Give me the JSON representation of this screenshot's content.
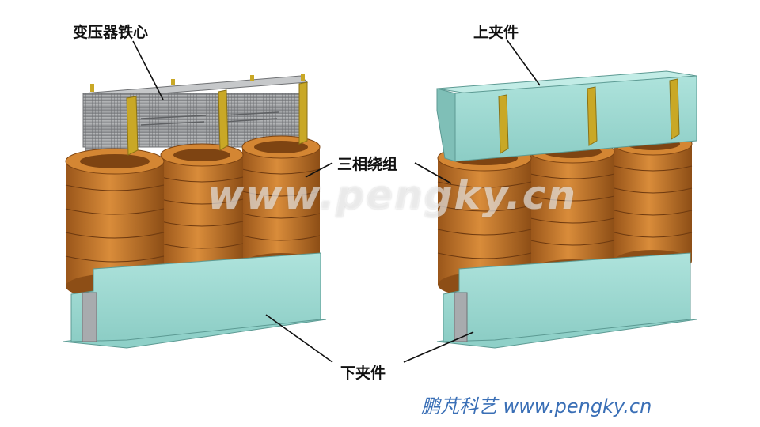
{
  "labels": {
    "core": "变压器铁心",
    "upper_clamp": "上夹件",
    "windings": "三相绕组",
    "lower_clamp": "下夹件"
  },
  "watermark": "www.pengky.cn",
  "brand": "鹏芃科艺 www.pengky.cn",
  "colors": {
    "clamp": "#9fd9d2",
    "core": "#9a9c9e",
    "coil": "#c7782a",
    "lead": "#c9a826",
    "brand": "#3a6fb6"
  }
}
